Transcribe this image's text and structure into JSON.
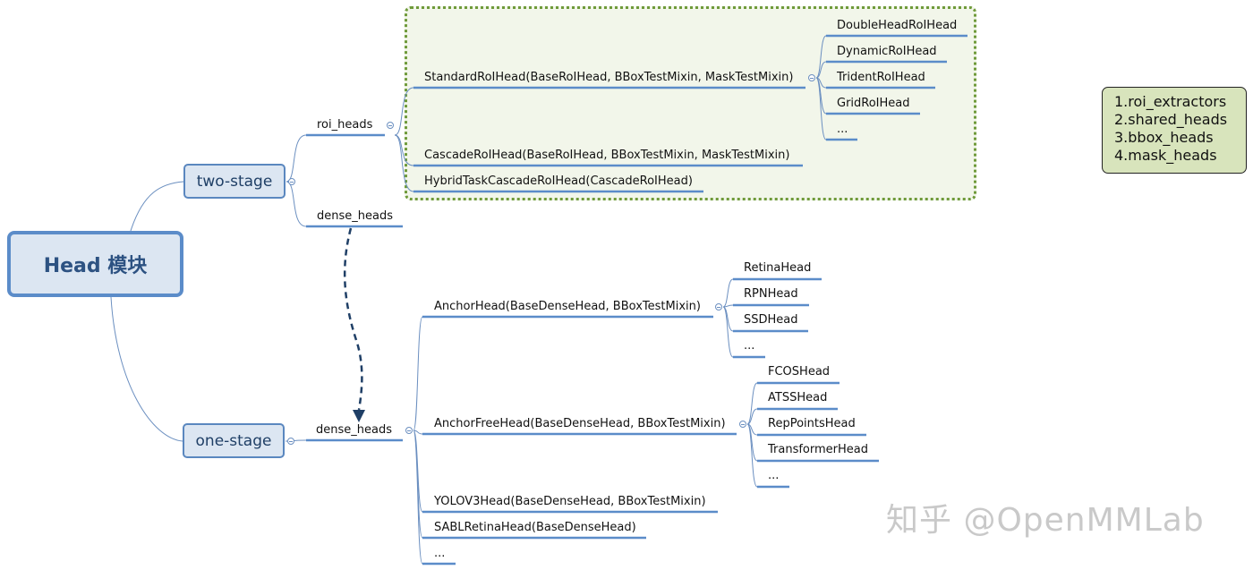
{
  "root": {
    "label": "Head 模块"
  },
  "two_stage": {
    "label": "two-stage",
    "roi_heads": {
      "label": "roi_heads",
      "children": [
        {
          "label": "StandardRoIHead(BaseRoIHead, BBoxTestMixin, MaskTestMixin)",
          "children": [
            "DoubleHeadRoIHead",
            "DynamicRoIHead",
            "TridentRoIHead",
            "GridRoIHead",
            "..."
          ]
        },
        {
          "label": "CascadeRoIHead(BaseRoIHead, BBoxTestMixin, MaskTestMixin)"
        },
        {
          "label": "HybridTaskCascadeRoIHead(CascadeRoIHead)"
        }
      ]
    },
    "dense_heads": {
      "label": "dense_heads"
    }
  },
  "one_stage": {
    "label": "one-stage",
    "dense_heads": {
      "label": "dense_heads",
      "children": [
        {
          "label": "AnchorHead(BaseDenseHead, BBoxTestMixin)",
          "children": [
            "RetinaHead",
            "RPNHead",
            "SSDHead",
            "..."
          ]
        },
        {
          "label": "AnchorFreeHead(BaseDenseHead, BBoxTestMixin)",
          "children": [
            "FCOSHead",
            "ATSSHead",
            "RepPointsHead",
            "TransformerHead",
            "..."
          ]
        },
        {
          "label": "YOLOV3Head(BaseDenseHead, BBoxTestMixin)"
        },
        {
          "label": "SABLRetinaHead(BaseDenseHead)"
        },
        {
          "label": "..."
        }
      ]
    }
  },
  "note": {
    "lines": [
      "1.roi_extractors",
      "2.shared_heads",
      "3.bbox_heads",
      "4.mask_heads"
    ]
  },
  "watermark": "知乎 @OpenMMLab",
  "colors": {
    "line": "#5b8cc9",
    "branch": "#6b8fc0",
    "arrow": "#1f3f66",
    "group_border": "#6f9a3a",
    "note_bg": "#d8e4bc"
  }
}
